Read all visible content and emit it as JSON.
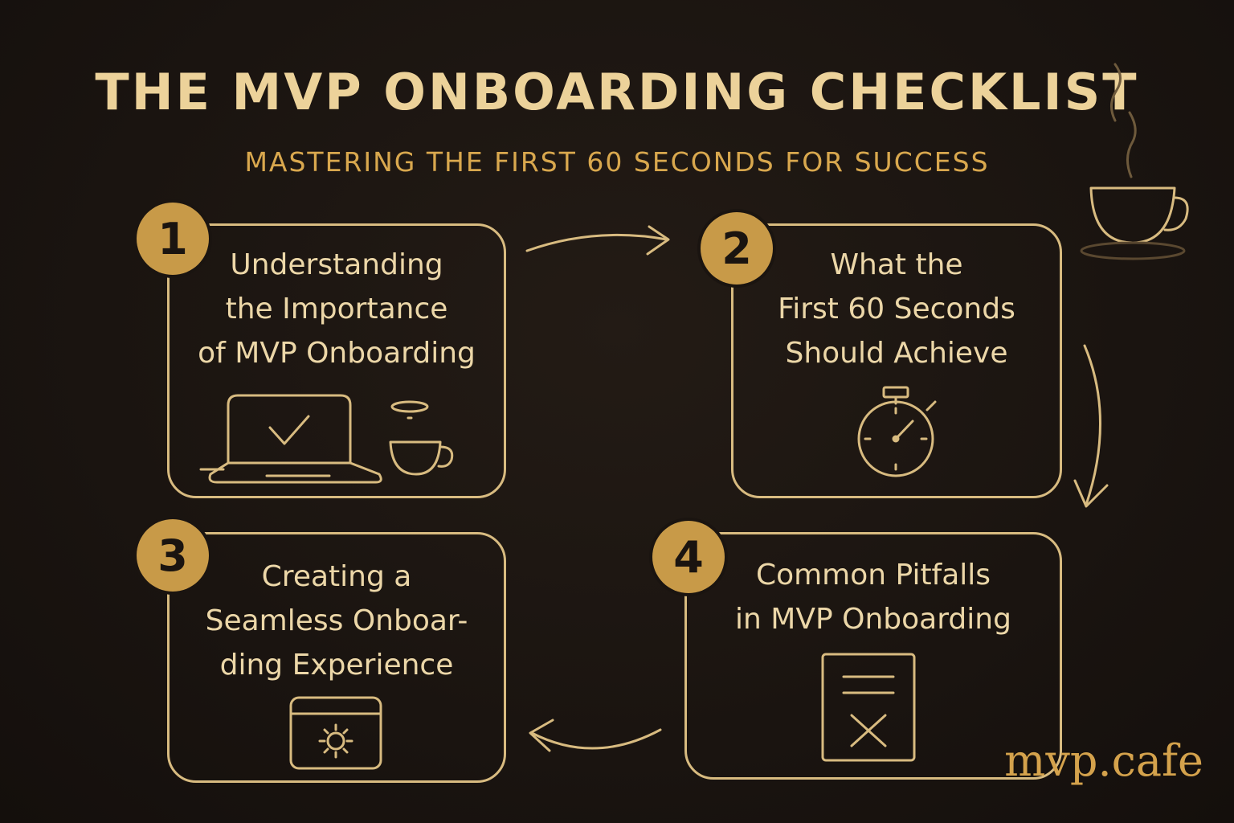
{
  "title": "THE MVP ONBOARDING CHECKLIST",
  "subtitle": "MASTERING THE FIRST 60 SECONDS FOR SUCCESS",
  "steps": [
    {
      "number": "1",
      "text": "Understanding\nthe Importance\nof MVP Onboarding",
      "icon": "laptop-check-icon"
    },
    {
      "number": "2",
      "text": "What the\nFirst 60 Seconds\nShould Achieve",
      "icon": "stopwatch-icon"
    },
    {
      "number": "3",
      "text": "Creating a\nSeamless Onboar-\nding Experience",
      "icon": "settings-window-icon"
    },
    {
      "number": "4",
      "text": "Common Pitfalls\nin MVP Onboarding",
      "icon": "document-x-icon"
    }
  ],
  "brand": "mvp.cafe",
  "colors": {
    "background": "#1a1410",
    "accent": "#c89a48",
    "line": "#d8bb80",
    "text": "#ecd7a8"
  }
}
